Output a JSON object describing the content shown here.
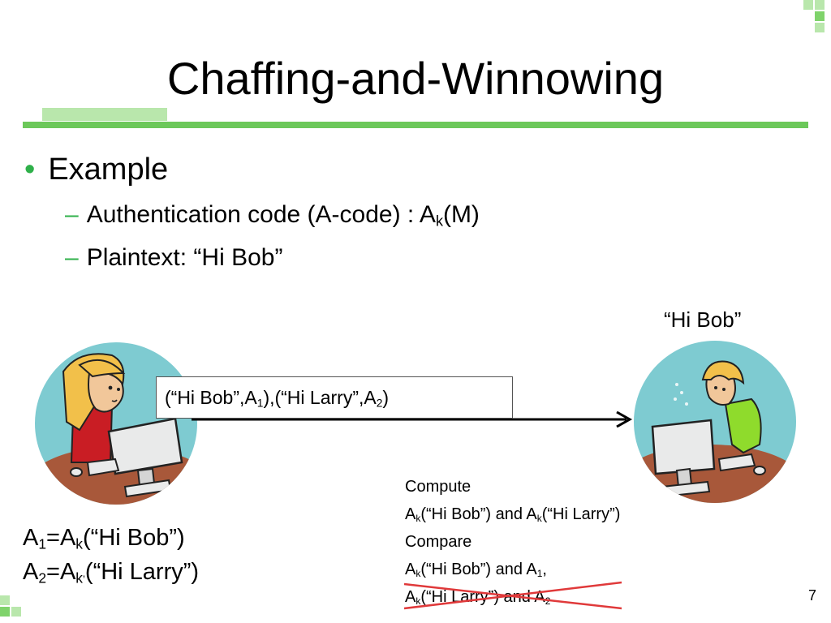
{
  "slide": {
    "title": "Chaffing-and-Winnowing",
    "bullet": "Example",
    "sub1_main": "Authentication code (A-code) : A",
    "sub1_sub": "k",
    "sub1_tail": "(M)",
    "sub2": "Plaintext: “Hi Bob”",
    "page_number": "7"
  },
  "diagram": {
    "receiver_label": "“Hi Bob”",
    "message": {
      "p1": "(“Hi Bob”,A",
      "s1": "1",
      "p2": "),(“Hi Larry”,A",
      "s2": "2",
      "p3": ")"
    },
    "compute": {
      "line1": "Compute",
      "l2a": "A",
      "l2s1": "k",
      "l2b": "(“Hi Bob”) and A",
      "l2s2": "k",
      "l2c": "(“Hi Larry”)",
      "line3": "Compare",
      "l4a": "A",
      "l4s1": "k",
      "l4b": "(“Hi Bob”) and A",
      "l4s2": "1",
      "l4c": ",",
      "l5a": "A",
      "l5s1": "k",
      "l5b": "(“Hi Larry”) and A",
      "l5s2": "2"
    },
    "formulas": {
      "f1a": "A",
      "f1s1": "1",
      "f1b": "=A",
      "f1s2": "k",
      "f1c": "(“Hi Bob”)",
      "f2a": "A",
      "f2s1": "2",
      "f2b": "=A",
      "f2s2": "k",
      "f2s3": "’",
      "f2c": "(“Hi Larry”)"
    }
  },
  "colors": {
    "accent_green": "#6cc85a",
    "light_green": "#b9e7ac",
    "dash_green": "#2fb04a",
    "cross_red": "#e0393a",
    "avatar_bg": "#7ecbd1"
  }
}
